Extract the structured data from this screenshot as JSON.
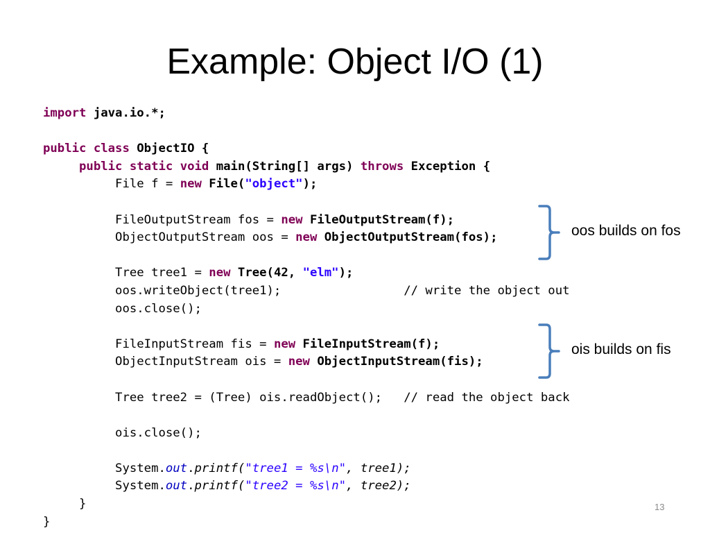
{
  "slide": {
    "title": "Example: Object I/O (1)",
    "page_number": "13"
  },
  "code_lines": [
    [
      {
        "t": "import",
        "c": "kw"
      },
      {
        "t": " java.io.*;",
        "c": "bold"
      }
    ],
    [],
    [
      {
        "t": "public",
        "c": "kw"
      },
      {
        "t": " "
      },
      {
        "t": "class",
        "c": "kw"
      },
      {
        "t": " ObjectIO {",
        "c": "bold"
      }
    ],
    [
      {
        "t": "     "
      },
      {
        "t": "public",
        "c": "kw"
      },
      {
        "t": " "
      },
      {
        "t": "static",
        "c": "kw"
      },
      {
        "t": " "
      },
      {
        "t": "void",
        "c": "kw"
      },
      {
        "t": " main(String[] args) ",
        "c": "bold"
      },
      {
        "t": "throws",
        "c": "kw"
      },
      {
        "t": " Exception {",
        "c": "bold"
      }
    ],
    [
      {
        "t": "          File f = "
      },
      {
        "t": "new",
        "c": "kw"
      },
      {
        "t": " File(",
        "c": "bold"
      },
      {
        "t": "\"object\"",
        "c": "str bold"
      },
      {
        "t": ");",
        "c": "bold"
      }
    ],
    [],
    [
      {
        "t": "          FileOutputStream fos = "
      },
      {
        "t": "new",
        "c": "kw"
      },
      {
        "t": " FileOutputStream(f);",
        "c": "bold"
      }
    ],
    [
      {
        "t": "          ObjectOutputStream oos = "
      },
      {
        "t": "new",
        "c": "kw"
      },
      {
        "t": " ObjectOutputStream(fos);",
        "c": "bold"
      }
    ],
    [],
    [
      {
        "t": "          Tree tree1 = "
      },
      {
        "t": "new",
        "c": "kw"
      },
      {
        "t": " Tree(42, ",
        "c": "bold"
      },
      {
        "t": "\"elm\"",
        "c": "str bold"
      },
      {
        "t": ");",
        "c": "bold"
      }
    ],
    [
      {
        "t": "          oos.writeObject(tree1);                 // write the object out"
      }
    ],
    [
      {
        "t": "          oos.close();"
      }
    ],
    [],
    [
      {
        "t": "          FileInputStream fis = "
      },
      {
        "t": "new",
        "c": "kw"
      },
      {
        "t": " FileInputStream(f);",
        "c": "bold"
      }
    ],
    [
      {
        "t": "          ObjectInputStream ois = "
      },
      {
        "t": "new",
        "c": "kw"
      },
      {
        "t": " ObjectInputStream(fis);",
        "c": "bold"
      }
    ],
    [],
    [
      {
        "t": "          Tree tree2 = (Tree) ois.readObject();   // read the object back"
      }
    ],
    [],
    [
      {
        "t": "          ois.close();"
      }
    ],
    [],
    [
      {
        "t": "          System."
      },
      {
        "t": "out",
        "c": "field"
      },
      {
        "t": "."
      },
      {
        "t": "printf(",
        "c": "ital"
      },
      {
        "t": "\"tree1 = %s\\n\"",
        "c": "istr"
      },
      {
        "t": ", tree1);",
        "c": "ital"
      }
    ],
    [
      {
        "t": "          System."
      },
      {
        "t": "out",
        "c": "field"
      },
      {
        "t": "."
      },
      {
        "t": "printf(",
        "c": "ital"
      },
      {
        "t": "\"tree2 = %s\\n\"",
        "c": "istr"
      },
      {
        "t": ", tree2);",
        "c": "ital"
      }
    ],
    [
      {
        "t": "     }"
      }
    ],
    [
      {
        "t": "}"
      }
    ]
  ],
  "annotations": {
    "oos_note": "oos builds on fos",
    "ois_note": "ois builds on fis",
    "bracket_color": "#4a7ebb"
  }
}
